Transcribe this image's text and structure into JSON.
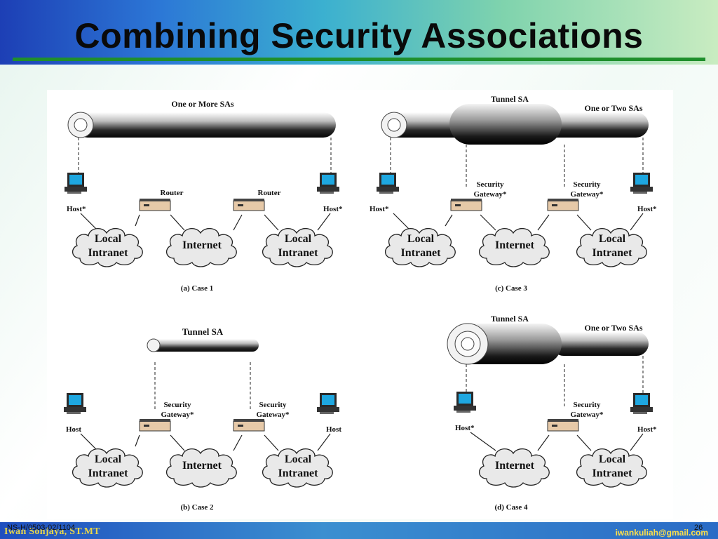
{
  "slide": {
    "title": "Combining Security Associations",
    "footer_code": "NS-H/0503-02/1104",
    "footer_author": "Iwan Sonjaya, ST.MT",
    "footer_email": "iwankuliah@gmail.com",
    "page_number": "26"
  },
  "labels": {
    "one_or_more_sas": "One or More SAs",
    "tunnel_sa": "Tunnel SA",
    "one_or_two_sas": "One or Two SAs",
    "router": "Router",
    "security": "Security",
    "gateway_star": "Gateway*",
    "host_star": "Host*",
    "host": "Host",
    "local": "Local",
    "intranet": "Intranet",
    "internet": "Internet"
  },
  "captions": {
    "case1": "(a) Case 1",
    "case2": "(b) Case 2",
    "case3": "(c) Case 3",
    "case4": "(d) Case 4"
  },
  "colors": {
    "title_rule": "#1f8f2c",
    "monitor_screen": "#1ea7e0",
    "device_body": "#e6c9a8"
  }
}
